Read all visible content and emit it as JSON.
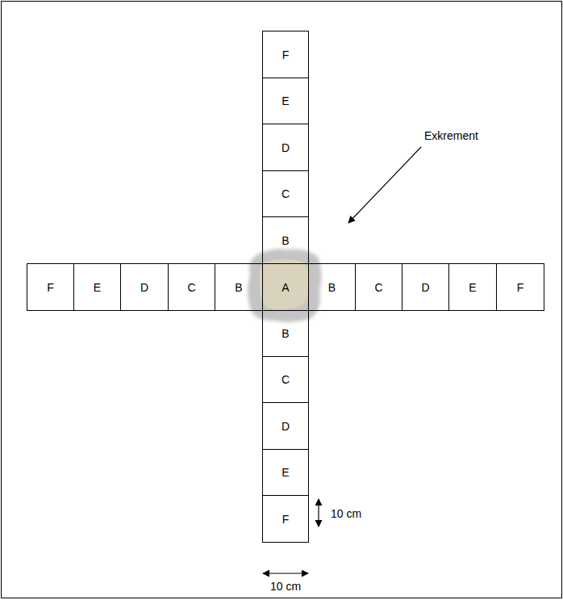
{
  "diagram": {
    "nodes": [
      {
        "text": [
          "F"
        ]
      },
      {
        "text": [
          "E"
        ]
      },
      {
        "text": [
          "D"
        ]
      },
      {
        "text": [
          "C"
        ]
      },
      {
        "text": [
          "B"
        ]
      },
      {
        "text": [
          "F"
        ]
      },
      {
        "text": [
          "E"
        ]
      },
      {
        "text": [
          "D"
        ]
      },
      {
        "text": [
          "C"
        ]
      },
      {
        "text": [
          "B"
        ]
      },
      {
        "text": [
          "A"
        ]
      },
      {
        "text": [
          "B"
        ]
      },
      {
        "text": [
          "C"
        ]
      },
      {
        "text": [
          "D"
        ]
      },
      {
        "text": [
          "E"
        ]
      },
      {
        "text": [
          "F"
        ]
      },
      {
        "text": [
          "B"
        ]
      },
      {
        "text": [
          "C"
        ]
      },
      {
        "text": [
          "D"
        ]
      },
      {
        "text": [
          "E"
        ]
      },
      {
        "text": [
          "F"
        ]
      }
    ],
    "labels": [
      "Exkrement",
      "10 cm",
      "10 cm"
    ]
  }
}
